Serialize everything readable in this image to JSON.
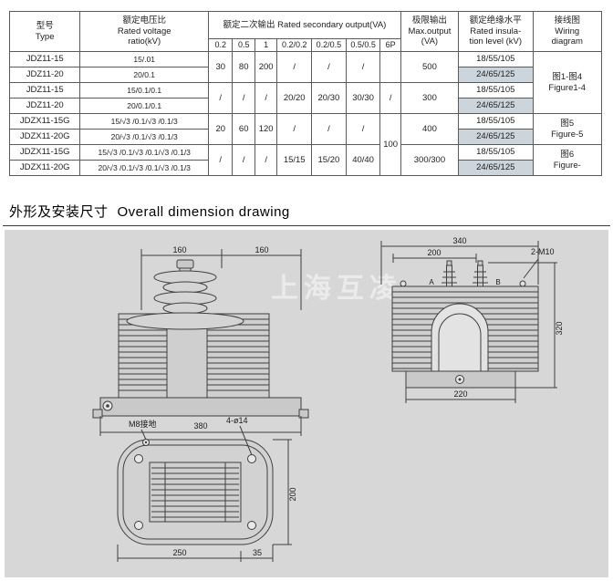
{
  "table": {
    "header": {
      "type": "型号\nType",
      "ratio": "额定电压比\nRated voltage\nratio(kV)",
      "secondary": "额定二次输出 Rated secondary output(VA)",
      "sub": [
        "0.2",
        "0.5",
        "1",
        "0.2/0.2",
        "0.2/0.5",
        "0.5/0.5",
        "6P"
      ],
      "max": "极限输出\nMax.output\n(VA)",
      "insulation": "额定绝缘水平\nRated insula-\ntion level (kV)",
      "wiring": "接线图\nWiring\ndiagram"
    },
    "types": [
      "JDZ11-15",
      "JDZ11-20",
      "JDZ11-15",
      "JDZ11-20",
      "JDZX11-15G",
      "JDZX11-20G",
      "JDZX11-15G",
      "JDZX11-20G"
    ],
    "ratios": [
      "15/.01",
      "20/0.1",
      "15/0.1/0.1",
      "20/0.1/0.1",
      "15/√3 /0.1/√3 /0.1/3",
      "20/√3 /0.1/√3 /0.1/3",
      "15/√3 /0.1/√3 /0.1/√3 /0.1/3",
      "20/√3 /0.1/√3 /0.1/√3 /0.1/3"
    ],
    "insulations": [
      "18/55/105",
      "24/65/125",
      "18/55/105",
      "24/65/125",
      "18/55/105",
      "24/65/125",
      "18/55/105",
      "24/65/125"
    ],
    "groups": [
      {
        "c02": "30",
        "c05": "80",
        "c1": "200",
        "c0202": "/",
        "c0205": "/",
        "c0505": "/",
        "c6p": "",
        "max": "500",
        "wiring": "图1-图4\nFigure1-4"
      },
      {
        "c02": "/",
        "c05": "/",
        "c1": "/",
        "c0202": "20/20",
        "c0205": "20/30",
        "c0505": "30/30",
        "c6p": "/",
        "max": "300"
      },
      {
        "c02": "20",
        "c05": "60",
        "c1": "120",
        "c0202": "/",
        "c0205": "/",
        "c0505": "/",
        "max": "400",
        "wiring": "图5\nFigure-5"
      },
      {
        "c02": "/",
        "c05": "/",
        "c1": "/",
        "c0202": "15/15",
        "c0205": "15/20",
        "c0505": "40/40",
        "max": "300/300",
        "wiring": "图6\nFigure-"
      }
    ],
    "six_p_shared": "100"
  },
  "section": {
    "title_zh": "外形及安装尺寸",
    "title_en": "Overall dimension drawing"
  },
  "drawing": {
    "watermark": "上海互凌",
    "front": {
      "dim_a": "160",
      "dim_b": "160",
      "dim_width": "380"
    },
    "side": {
      "dim_top": "340",
      "dim_inner": "200",
      "bolt_label": "2-M10",
      "dim_height": "320",
      "dim_base": "220",
      "term_a": "A",
      "term_b": "B"
    },
    "plan": {
      "ground_label": "M8接地",
      "hole_label": "4-ø14",
      "dim_width": "250",
      "dim_offset": "35",
      "dim_height": "200"
    }
  }
}
